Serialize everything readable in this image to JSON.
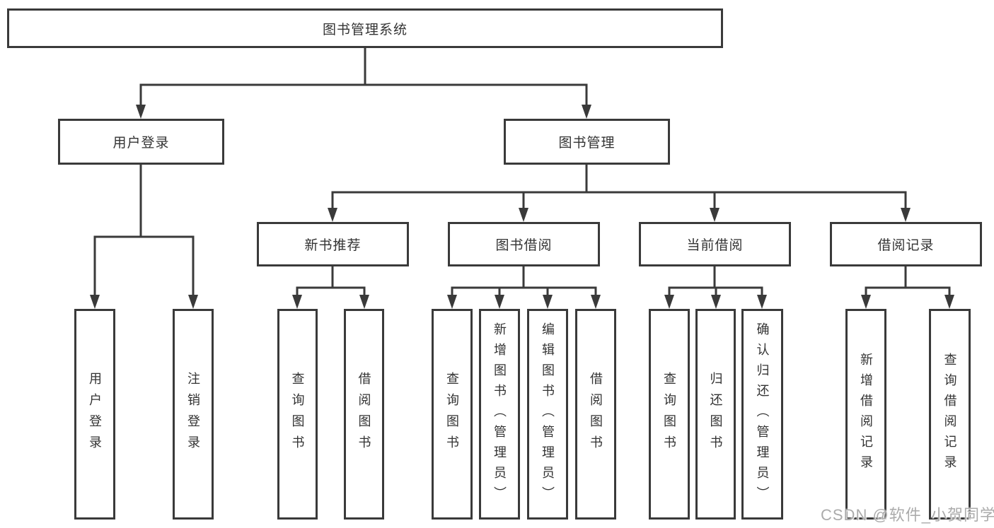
{
  "nodes": {
    "root": "图书管理系统",
    "user_login": "用户登录",
    "book_management": "图书管理",
    "modules": [
      "新书推荐",
      "图书借阅",
      "当前借阅",
      "借阅记录"
    ],
    "user_login_children": [
      "用户登录",
      "注销登录"
    ],
    "new_book_children": [
      "查询图书",
      "借阅图书"
    ],
    "borrow_children": [
      "查询图书",
      "新增图书（管理员）",
      "编辑图书（管理员）",
      "借阅图书"
    ],
    "current_children": [
      "查询图书",
      "归还图书",
      "确认归还（管理员）"
    ],
    "record_children": [
      "新增借阅记录",
      "查询借阅记录"
    ]
  },
  "watermark": "CSDN @软件_小贺同学",
  "colors": {
    "line": "#3a3a3a",
    "text": "#333333",
    "background": "#ffffff",
    "watermark": "#ababab"
  }
}
